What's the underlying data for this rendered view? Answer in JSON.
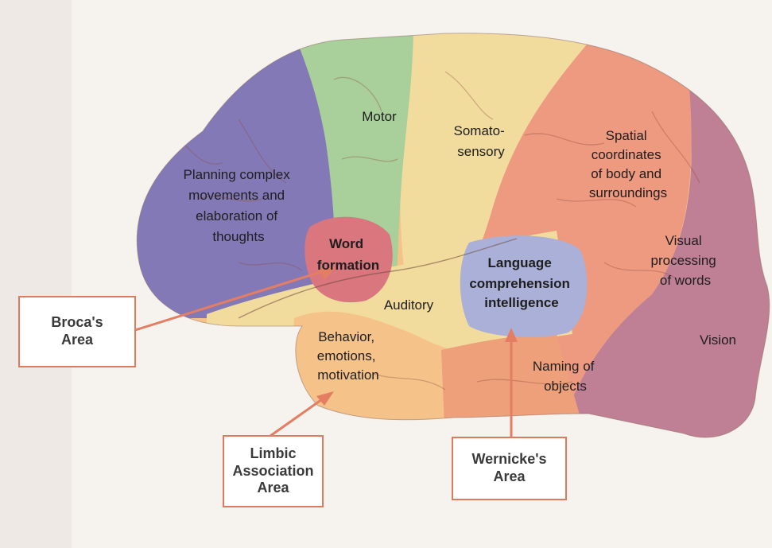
{
  "colors": {
    "frontal": "#8479b7",
    "motor": "#a9cf9a",
    "somatosensory": "#f2dc9d",
    "parietal": "#ee9a80",
    "occipital": "#bf7f95",
    "temporal": "#f5c28a",
    "temporal_lower": "#eea07a",
    "broca": "#d9767e",
    "wernicke": "#aab0d8",
    "callout_border": "#e07a5f",
    "arrow": "#e57d62"
  },
  "regions": {
    "planning": [
      "Planning complex",
      "movements and",
      "elaboration of",
      "thoughts"
    ],
    "motor": [
      "Motor"
    ],
    "somatosensory": [
      "Somato-",
      "sensory"
    ],
    "spatial": [
      "Spatial",
      "coordinates",
      "of body and",
      "surroundings"
    ],
    "word_formation": [
      "Word",
      "formation"
    ],
    "language": [
      "Language",
      "comprehension",
      "intelligence"
    ],
    "visual_processing": [
      "Visual",
      "processing",
      "of words"
    ],
    "auditory": [
      "Auditory"
    ],
    "vision": [
      "Vision"
    ],
    "behavior": [
      "Behavior,",
      "emotions,",
      "motivation"
    ],
    "naming": [
      "Naming of",
      "objects"
    ]
  },
  "callouts": {
    "broca": "Broca's\nArea",
    "limbic": "Limbic\nAssociation\nArea",
    "wernicke": "Wernicke's\nArea"
  }
}
